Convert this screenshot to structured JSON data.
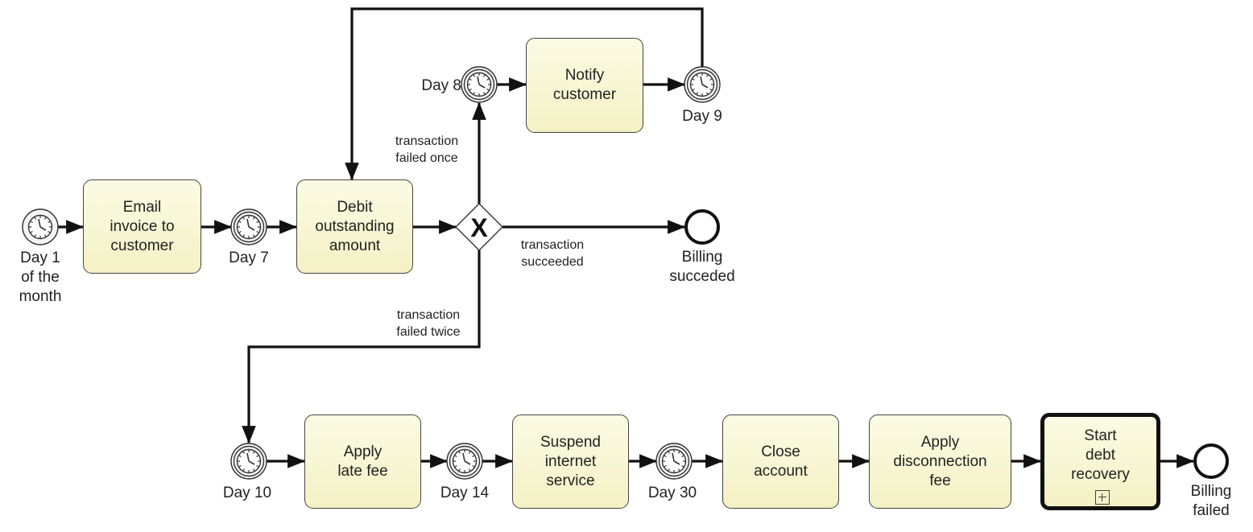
{
  "tasks": {
    "email_invoice": "Email\ninvoice to\ncustomer",
    "debit_outstanding": "Debit\noutstanding\namount",
    "notify_customer": "Notify\ncustomer",
    "apply_late_fee": "Apply\nlate fee",
    "suspend_service": "Suspend\ninternet\nservice",
    "close_account": "Close\naccount",
    "apply_disconnection_fee": "Apply\ndisconnection\nfee",
    "start_debt_recovery": "Start\ndebt\nrecovery"
  },
  "events": {
    "start_timer": "Day 1\nof the\nmonth",
    "timer_day7": "Day 7",
    "timer_day8": "Day 8",
    "timer_day9": "Day 9",
    "timer_day10": "Day 10",
    "timer_day14": "Day 14",
    "timer_day30": "Day 30",
    "end_success": "Billing\nsucceded",
    "end_failed": "Billing\nfailed"
  },
  "flows": {
    "failed_once": "transaction\nfailed once",
    "succeeded": "transaction\nsucceeded",
    "failed_twice": "transaction\nfailed twice"
  },
  "gateway": {
    "type": "exclusive",
    "symbol": "X"
  },
  "colors": {
    "task_fill_top": "#fbfbe4",
    "task_fill_bottom": "#f4f1c4",
    "stroke": "#111111"
  }
}
